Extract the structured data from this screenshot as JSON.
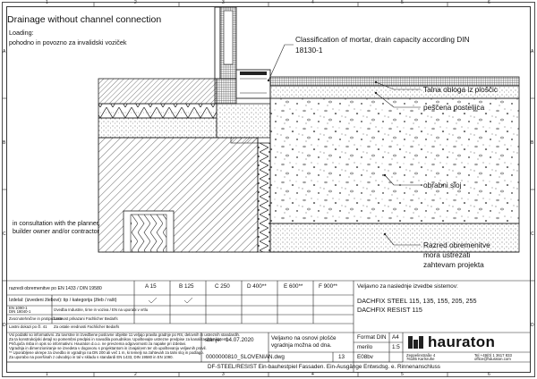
{
  "title": "Drainage without channel connection",
  "loading": {
    "label": "Loading:",
    "value": "pohodno in povozno za invalidski voziček"
  },
  "consultation_note": "in consultation with the planner, builder owner and/or contractor",
  "annotations": {
    "mortar_line1": "Classification of mortar, drain capacity according DIN",
    "mortar_line2": "18130-1",
    "tiles": "Talna obloga iz ploščic",
    "sand_bed": "peščena posteljica",
    "base_layer": "obrabni sloj",
    "load_class_line1": "Razred obremenitve",
    "load_class_line2": "mora ustrezati",
    "load_class_line3": "zahtevam projekta"
  },
  "border": {
    "columns": [
      "1",
      "2",
      "3",
      "4",
      "5",
      "6"
    ],
    "rows": [
      "A",
      "B",
      "C",
      "D"
    ]
  },
  "title_block": {
    "std_line": "razredi obremenitve po EN 1433 / DIN 19580",
    "row2": "Izdelal: (izvedeni žlebovi): tip / kategorija (žleb / rašt)",
    "row3a": "EN 1090-1",
    "row3b": "DIN 18040-1",
    "row3c": "Izvedba Industrie, tirne in voziva / EN na uporabi v vrtlu",
    "row4a": "Zvocnotehnične in protipožarne",
    "row4b": "Lastni dokazi po čl. 41",
    "row4c": "Lastnost prikazani Fachlicher Bedarfs",
    "row5": "Za ostale vrednosti Fachlicher Bedarfs",
    "classes": [
      "A 15",
      "B 125",
      "C 250",
      "D 400**",
      "E 600**",
      "F 900**"
    ],
    "notes_line1": "Vsi podatki so informativni. Za tovrstne in izvedbene poslovne objekte 11 veljajo pravila gradnje po RS, delovnih in ustreznih standardih.",
    "notes_line2": "Za ta konstrukcijski detajl so pomembni predpisi in navodila ponudnikov. Upoštevajte ustrezne predpise za kanalizacijske sisteme.",
    "notes_line3": "Pričujoča risba in opis so informativni. Hauraton d.o.o. ne prevzema odgovornosti za napake pri izdelavi.",
    "notes_line4": "Vgradnja in dimenzioniranje se izvedeta v dogovoru s projektantom in izvajalcem ter ob upoštevanju veljavnih pravil.",
    "notes_line5": "** Uporabljene ukrepe za izvedbo in vgradnjo na DN 200 ali več 1 m, ki temelji na zahtevah za talni sloj in podlago.",
    "notes_line6": "Za uporabo na površinah z odvodnjo in tal v skladu s standardi EN 1433, DIN 19580 in EN 1090.",
    "valid_for": "Veljavno za naslednje izvedbe sistemov:",
    "products1": "DACHFIX STEEL 115, 135, 155, 205, 255",
    "products2": "DACHFIX RESIST 115",
    "date_label": "stanje:",
    "date": "14.07.2020",
    "validity_note1": "Veljavno na osnovi plošče",
    "validity_note2": "vgradnja možna od dna.",
    "drawing_file": "0000000810_SLOVENIAN.dwg",
    "sheet_no": "13",
    "format_label": "Format DIN",
    "format_value": "A4",
    "scale_label": "merilo",
    "scale_value": "1:5",
    "page_code": "E08bv",
    "company": "hauraton",
    "address1": "Zeppelinstraße 4",
    "address2": "76185 Karlsruhe",
    "phone": "Tel +49(0) 1 3617 833",
    "email": "office@hauraton.com",
    "footer": "DF-STEEL/RESIST Ein-bauhestpiel Fassaden. Ein-Ausgänge Entwsdsg. e. Rinnenanschluss"
  }
}
